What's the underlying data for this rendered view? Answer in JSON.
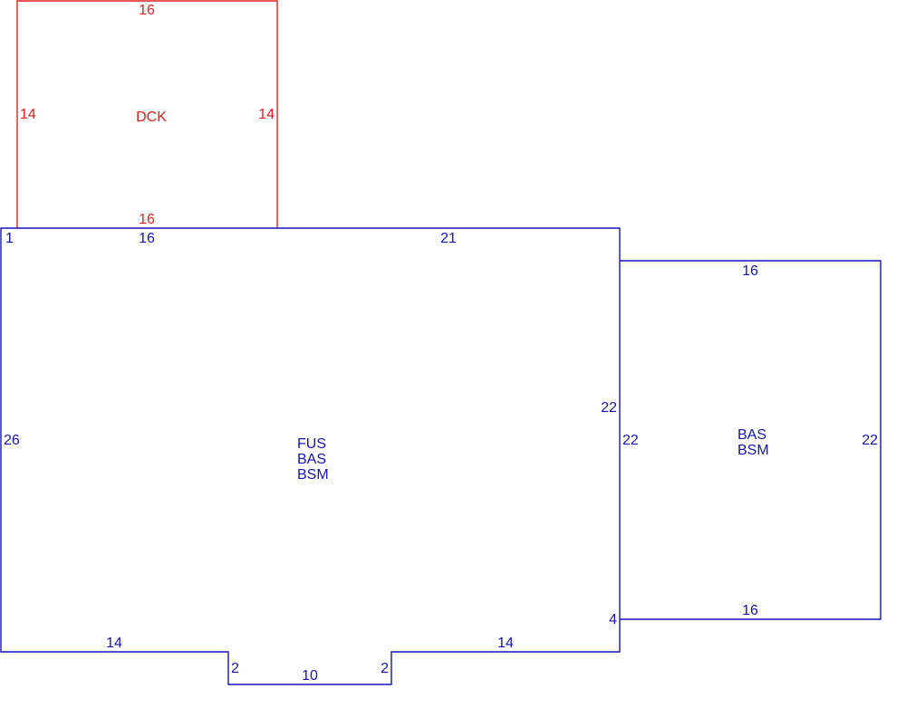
{
  "colors": {
    "deck": "#e0201c",
    "structure": "#1414b4",
    "background": "#ffffff"
  },
  "deck": {
    "area_code": "DCK",
    "dims": {
      "top": "16",
      "left": "14",
      "right": "14",
      "bottom": "16"
    }
  },
  "main_section": {
    "area_codes": [
      "FUS",
      "BAS",
      "BSM"
    ],
    "dims": {
      "top_left": "1",
      "top_a": "16",
      "top_b": "21",
      "left": "26",
      "right": "22",
      "bottom_left": "14",
      "bottom_right": "14",
      "notch_left": "2",
      "notch_bottom": "10",
      "notch_right": "2",
      "corner_offset": "4"
    }
  },
  "addition": {
    "area_codes": [
      "BAS",
      "BSM"
    ],
    "dims": {
      "top": "16",
      "left": "22",
      "right": "22",
      "bottom": "16"
    }
  }
}
